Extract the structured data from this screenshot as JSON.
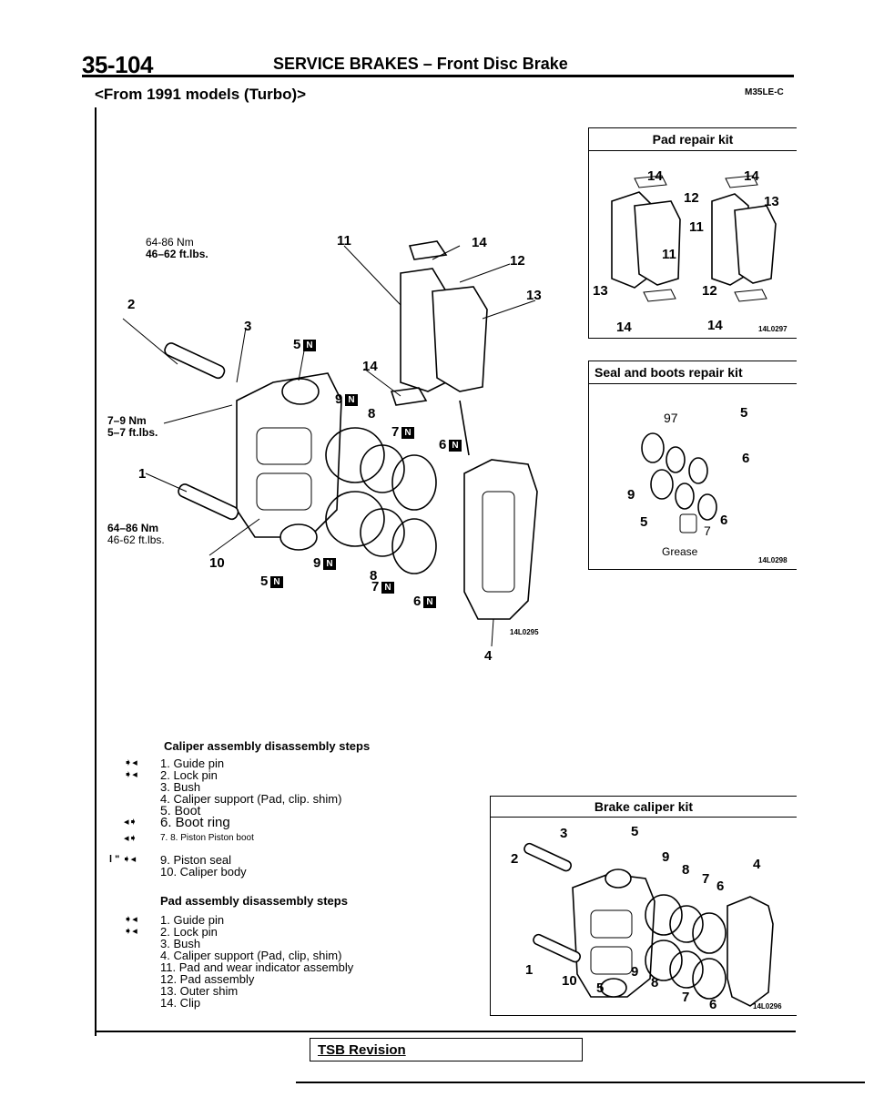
{
  "header": {
    "page_number": "35-104",
    "title": "SERVICE BRAKES – Front Disc Brake",
    "model_note": "<From 1991 models (Turbo)>",
    "manual_code": "M35LE-C"
  },
  "main_figure": {
    "code": "14L0295",
    "torque_1": {
      "nm": "64-86 Nm",
      "ftlbs": "46–62 ft.lbs."
    },
    "torque_2": {
      "nm": "7–9 Nm",
      "ftlbs": "5–7 ft.lbs."
    },
    "torque_3": {
      "nm": "64–86 Nm",
      "ftlbs": "46-62 ft.lbs."
    },
    "callouts": [
      "2",
      "3",
      "5",
      "11",
      "14",
      "12",
      "13",
      "14",
      "9",
      "8",
      "7",
      "6",
      "1",
      "10",
      "5",
      "9",
      "8",
      "7",
      "6",
      "4"
    ],
    "badge_letter": "N"
  },
  "pad_kit": {
    "title": "Pad repair kit",
    "code": "14L0297",
    "callouts": [
      "14",
      "14",
      "12",
      "13",
      "11",
      "11",
      "13",
      "12",
      "14",
      "14"
    ]
  },
  "seal_kit": {
    "title": "Seal and boots repair kit",
    "code": "14L0298",
    "callouts": [
      "97",
      "5",
      "6",
      "9",
      "5",
      "7",
      "6"
    ],
    "grease_label": "Grease"
  },
  "caliper_kit": {
    "title": "Brake caliper kit",
    "code": "14L0296",
    "callouts": [
      "3",
      "5",
      "2",
      "9",
      "8",
      "7",
      "4",
      "6",
      "1",
      "10",
      "5",
      "9",
      "8",
      "7",
      "6"
    ]
  },
  "caliper_steps": {
    "title": "Caliper assembly disassembly steps",
    "items": [
      {
        "mark": "➧◂",
        "text": "1. Guide pin"
      },
      {
        "mark": "➧◂",
        "text": "2. Lock pin"
      },
      {
        "mark": "",
        "text": "3. Bush"
      },
      {
        "mark": "",
        "text": "4. Caliper support (Pad, clip. shim)"
      },
      {
        "mark": "",
        "text": "5. Boot"
      },
      {
        "mark": "◂➧",
        "text": "6. Boot ring"
      },
      {
        "mark": "◂➧",
        "text": "7. 8. Piston Piston boot"
      },
      {
        "mark": "l  \" ➧◂",
        "text": "9. Piston seal"
      },
      {
        "mark": "",
        "text": "10. Caliper body"
      }
    ]
  },
  "pad_steps": {
    "title": "Pad assembly disassembly steps",
    "items": [
      {
        "mark": "➧◂",
        "text": "1. Guide pin"
      },
      {
        "mark": "➧◂",
        "text": "2. Lock pin"
      },
      {
        "mark": "",
        "text": "3. Bush"
      },
      {
        "mark": "",
        "text": "4. Caliper support (Pad, clip, shim)"
      },
      {
        "mark": "",
        "text": "11. Pad and wear indicator assembly"
      },
      {
        "mark": "",
        "text": "12. Pad assembly"
      },
      {
        "mark": "",
        "text": "13. Outer shim"
      },
      {
        "mark": "",
        "text": "14. Clip"
      }
    ]
  },
  "footer": {
    "tsb_label": "TSB Revision"
  }
}
